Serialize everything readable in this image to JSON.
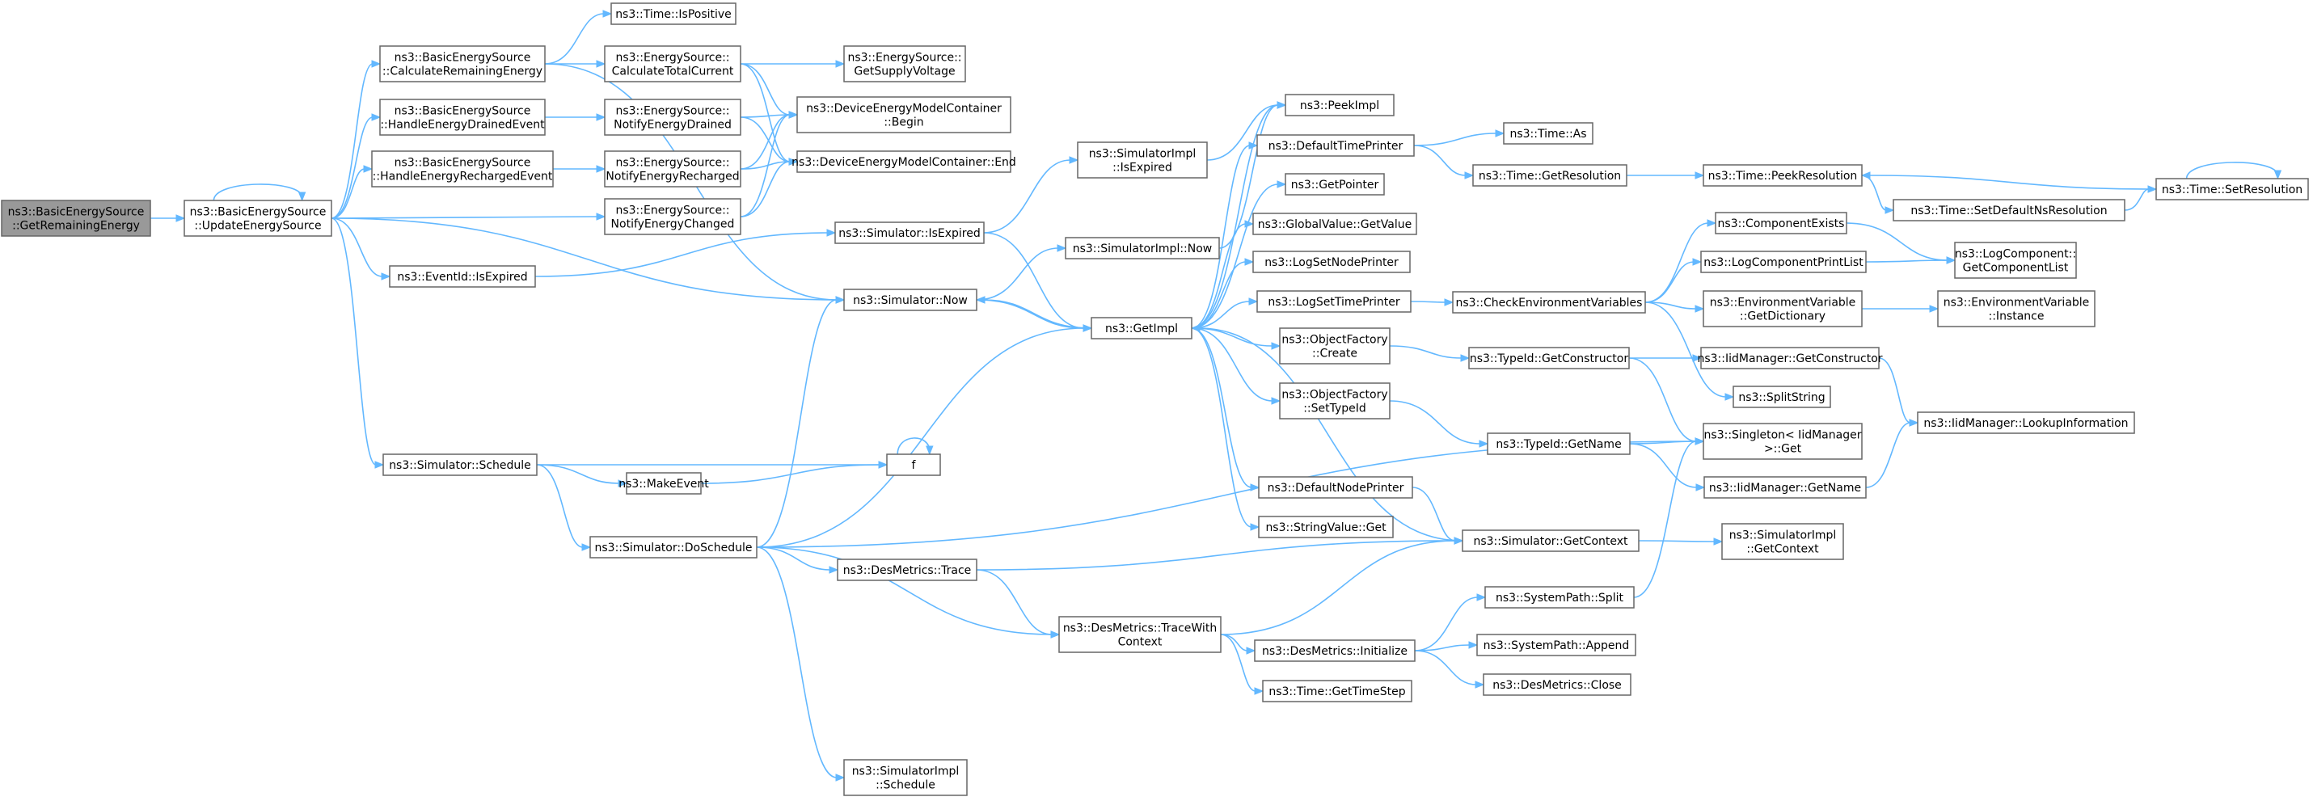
{
  "nodes": {
    "root": [
      "ns3::BasicEnergySource",
      "::GetRemainingEnergy"
    ],
    "update": [
      "ns3::BasicEnergySource",
      "::UpdateEnergySource"
    ],
    "calcRem": [
      "ns3::BasicEnergySource",
      "::CalculateRemainingEnergy"
    ],
    "drained": [
      "ns3::BasicEnergySource",
      "::HandleEnergyDrainedEvent"
    ],
    "recharged": [
      "ns3::BasicEnergySource",
      "::HandleEnergyRechargedEvent"
    ],
    "eventExp": [
      "ns3::EventId::IsExpired"
    ],
    "schedule": [
      "ns3::Simulator::Schedule"
    ],
    "makeEvent": [
      "ns3::MakeEvent"
    ],
    "f": [
      "f"
    ],
    "doSchedule": [
      "ns3::Simulator::DoSchedule"
    ],
    "isPositive": [
      "ns3::Time::IsPositive"
    ],
    "calcTotal": [
      "ns3::EnergySource::",
      "CalculateTotalCurrent"
    ],
    "notifyDrained": [
      "ns3::EnergySource::",
      "NotifyEnergyDrained"
    ],
    "notifyRecharged": [
      "ns3::EnergySource::",
      "NotifyEnergyRecharged"
    ],
    "notifyChanged": [
      "ns3::EnergySource::",
      "NotifyEnergyChanged"
    ],
    "supplyV": [
      "ns3::EnergySource::",
      "GetSupplyVoltage"
    ],
    "demBegin": [
      "ns3::DeviceEnergyModelContainer",
      "::Begin"
    ],
    "demEnd": [
      "ns3::DeviceEnergyModelContainer::End"
    ],
    "simIsExp": [
      "ns3::Simulator::IsExpired"
    ],
    "simNow": [
      "ns3::Simulator::Now"
    ],
    "implIsExp": [
      "ns3::SimulatorImpl",
      "::IsExpired"
    ],
    "implNow": [
      "ns3::SimulatorImpl::Now"
    ],
    "getImpl": [
      "ns3::GetImpl"
    ],
    "desTrace": [
      "ns3::DesMetrics::Trace"
    ],
    "traceCtx": [
      "ns3::DesMetrics::TraceWith",
      "Context"
    ],
    "implSched": [
      "ns3::SimulatorImpl",
      "::Schedule"
    ],
    "peekImpl": [
      "ns3::PeekImpl"
    ],
    "defTimePrinter": [
      "ns3::DefaultTimePrinter"
    ],
    "getPointer": [
      "ns3::GetPointer"
    ],
    "gvGet": [
      "ns3::GlobalValue::GetValue"
    ],
    "logNode": [
      "ns3::LogSetNodePrinter"
    ],
    "logTime": [
      "ns3::LogSetTimePrinter"
    ],
    "ofCreate": [
      "ns3::ObjectFactory",
      "::Create"
    ],
    "ofSetType": [
      "ns3::ObjectFactory",
      "::SetTypeId"
    ],
    "defNode": [
      "ns3::DefaultNodePrinter"
    ],
    "svGet": [
      "ns3::StringValue::Get"
    ],
    "getContext": [
      "ns3::Simulator::GetContext"
    ],
    "desInit": [
      "ns3::DesMetrics::Initialize"
    ],
    "timeStep": [
      "ns3::Time::GetTimeStep"
    ],
    "timeAs": [
      "ns3::Time::As"
    ],
    "getRes": [
      "ns3::Time::GetResolution"
    ],
    "checkEnv": [
      "ns3::CheckEnvironmentVariables"
    ],
    "tidCtor": [
      "ns3::TypeId::GetConstructor"
    ],
    "tidName": [
      "ns3::TypeId::GetName"
    ],
    "spSplit": [
      "ns3::SystemPath::Split"
    ],
    "spAppend": [
      "ns3::SystemPath::Append"
    ],
    "desClose": [
      "ns3::DesMetrics::Close"
    ],
    "peekRes": [
      "ns3::Time::PeekResolution"
    ],
    "setDefRes": [
      "ns3::Time::SetDefaultNsResolution"
    ],
    "setRes": [
      "ns3::Time::SetResolution"
    ],
    "compExists": [
      "ns3::ComponentExists"
    ],
    "logPrint": [
      "ns3::LogComponentPrintList"
    ],
    "envDict": [
      "ns3::EnvironmentVariable",
      "::GetDictionary"
    ],
    "iidCtor": [
      "ns3::IidManager::GetConstructor"
    ],
    "splitStr": [
      "ns3::SplitString"
    ],
    "singleton": [
      "ns3::Singleton< IidManager",
      ">::Get"
    ],
    "iidName": [
      "ns3::IidManager::GetName"
    ],
    "implCtx": [
      "ns3::SimulatorImpl",
      "::GetContext"
    ],
    "logGetList": [
      "ns3::LogComponent::",
      "GetComponentList"
    ],
    "envInst": [
      "ns3::EnvironmentVariable",
      "::Instance"
    ],
    "iidLookup": [
      "ns3::IidManager::LookupInformation"
    ]
  },
  "edges": [
    [
      "root",
      "update"
    ],
    [
      "update",
      "update"
    ],
    [
      "update",
      "calcRem"
    ],
    [
      "update",
      "drained"
    ],
    [
      "update",
      "recharged"
    ],
    [
      "update",
      "notifyChanged"
    ],
    [
      "update",
      "eventExp"
    ],
    [
      "update",
      "simNow"
    ],
    [
      "update",
      "schedule"
    ],
    [
      "calcRem",
      "isPositive"
    ],
    [
      "calcRem",
      "calcTotal"
    ],
    [
      "calcRem",
      "simNow"
    ],
    [
      "drained",
      "notifyDrained"
    ],
    [
      "recharged",
      "notifyRecharged"
    ],
    [
      "calcTotal",
      "supplyV"
    ],
    [
      "calcTotal",
      "demBegin"
    ],
    [
      "calcTotal",
      "demEnd"
    ],
    [
      "notifyDrained",
      "demBegin"
    ],
    [
      "notifyDrained",
      "demEnd"
    ],
    [
      "notifyRecharged",
      "demBegin"
    ],
    [
      "notifyRecharged",
      "demEnd"
    ],
    [
      "notifyChanged",
      "demBegin"
    ],
    [
      "notifyChanged",
      "demEnd"
    ],
    [
      "eventExp",
      "simIsExp"
    ],
    [
      "simIsExp",
      "implIsExp"
    ],
    [
      "simIsExp",
      "getImpl"
    ],
    [
      "simNow",
      "implNow"
    ],
    [
      "simNow",
      "getImpl"
    ],
    [
      "schedule",
      "f"
    ],
    [
      "schedule",
      "makeEvent"
    ],
    [
      "schedule",
      "doSchedule"
    ],
    [
      "makeEvent",
      "f"
    ],
    [
      "f",
      "f"
    ],
    [
      "doSchedule",
      "simNow"
    ],
    [
      "doSchedule",
      "getImpl"
    ],
    [
      "doSchedule",
      "desTrace"
    ],
    [
      "doSchedule",
      "traceCtx"
    ],
    [
      "doSchedule",
      "implSched"
    ],
    [
      "doSchedule",
      "singleton"
    ],
    [
      "getImpl",
      "peekImpl"
    ],
    [
      "getImpl",
      "defTimePrinter"
    ],
    [
      "getImpl",
      "getPointer"
    ],
    [
      "getImpl",
      "gvGet"
    ],
    [
      "getImpl",
      "logNode"
    ],
    [
      "getImpl",
      "logTime"
    ],
    [
      "getImpl",
      "ofCreate"
    ],
    [
      "getImpl",
      "ofSetType"
    ],
    [
      "getImpl",
      "defNode"
    ],
    [
      "getImpl",
      "svGet"
    ],
    [
      "getImpl",
      "simNow"
    ],
    [
      "desTrace",
      "getContext"
    ],
    [
      "desTrace",
      "traceCtx"
    ],
    [
      "traceCtx",
      "getContext"
    ],
    [
      "traceCtx",
      "desInit"
    ],
    [
      "traceCtx",
      "timeStep"
    ],
    [
      "getContext",
      "getImpl"
    ],
    [
      "getContext",
      "implCtx"
    ],
    [
      "defNode",
      "getContext"
    ],
    [
      "defTimePrinter",
      "timeAs"
    ],
    [
      "defTimePrinter",
      "getRes"
    ],
    [
      "getRes",
      "peekRes"
    ],
    [
      "peekRes",
      "setDefRes"
    ],
    [
      "setDefRes",
      "setRes"
    ],
    [
      "setRes",
      "peekRes"
    ],
    [
      "setRes",
      "setRes"
    ],
    [
      "logTime",
      "checkEnv"
    ],
    [
      "checkEnv",
      "compExists"
    ],
    [
      "checkEnv",
      "logPrint"
    ],
    [
      "checkEnv",
      "envDict"
    ],
    [
      "checkEnv",
      "splitStr"
    ],
    [
      "compExists",
      "logGetList"
    ],
    [
      "logPrint",
      "logGetList"
    ],
    [
      "envDict",
      "envInst"
    ],
    [
      "ofCreate",
      "tidCtor"
    ],
    [
      "tidCtor",
      "iidCtor"
    ],
    [
      "tidCtor",
      "singleton"
    ],
    [
      "ofSetType",
      "tidName"
    ],
    [
      "tidName",
      "singleton"
    ],
    [
      "tidName",
      "iidName"
    ],
    [
      "iidCtor",
      "iidLookup"
    ],
    [
      "iidName",
      "iidLookup"
    ],
    [
      "desInit",
      "spSplit"
    ],
    [
      "desInit",
      "spAppend"
    ],
    [
      "desInit",
      "desClose"
    ],
    [
      "spSplit",
      "singleton"
    ],
    [
      "implIsExp",
      "peekImpl"
    ],
    [
      "implNow",
      "peekImpl"
    ]
  ]
}
